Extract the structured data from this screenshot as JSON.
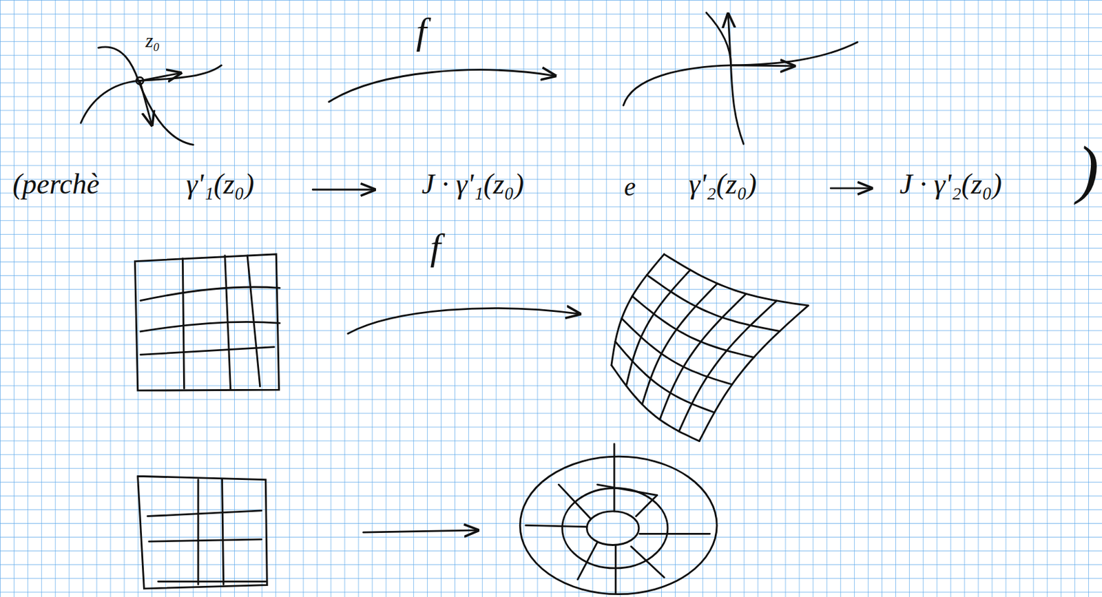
{
  "diagram": {
    "labels": [
      "z₀",
      "f",
      "(perchè",
      "γ'₁(z₀)",
      "J · γ'₁(z₀)",
      "e",
      "γ'₂(z₀)",
      "J · γ'₂(z₀)",
      ")",
      "f"
    ]
  }
}
